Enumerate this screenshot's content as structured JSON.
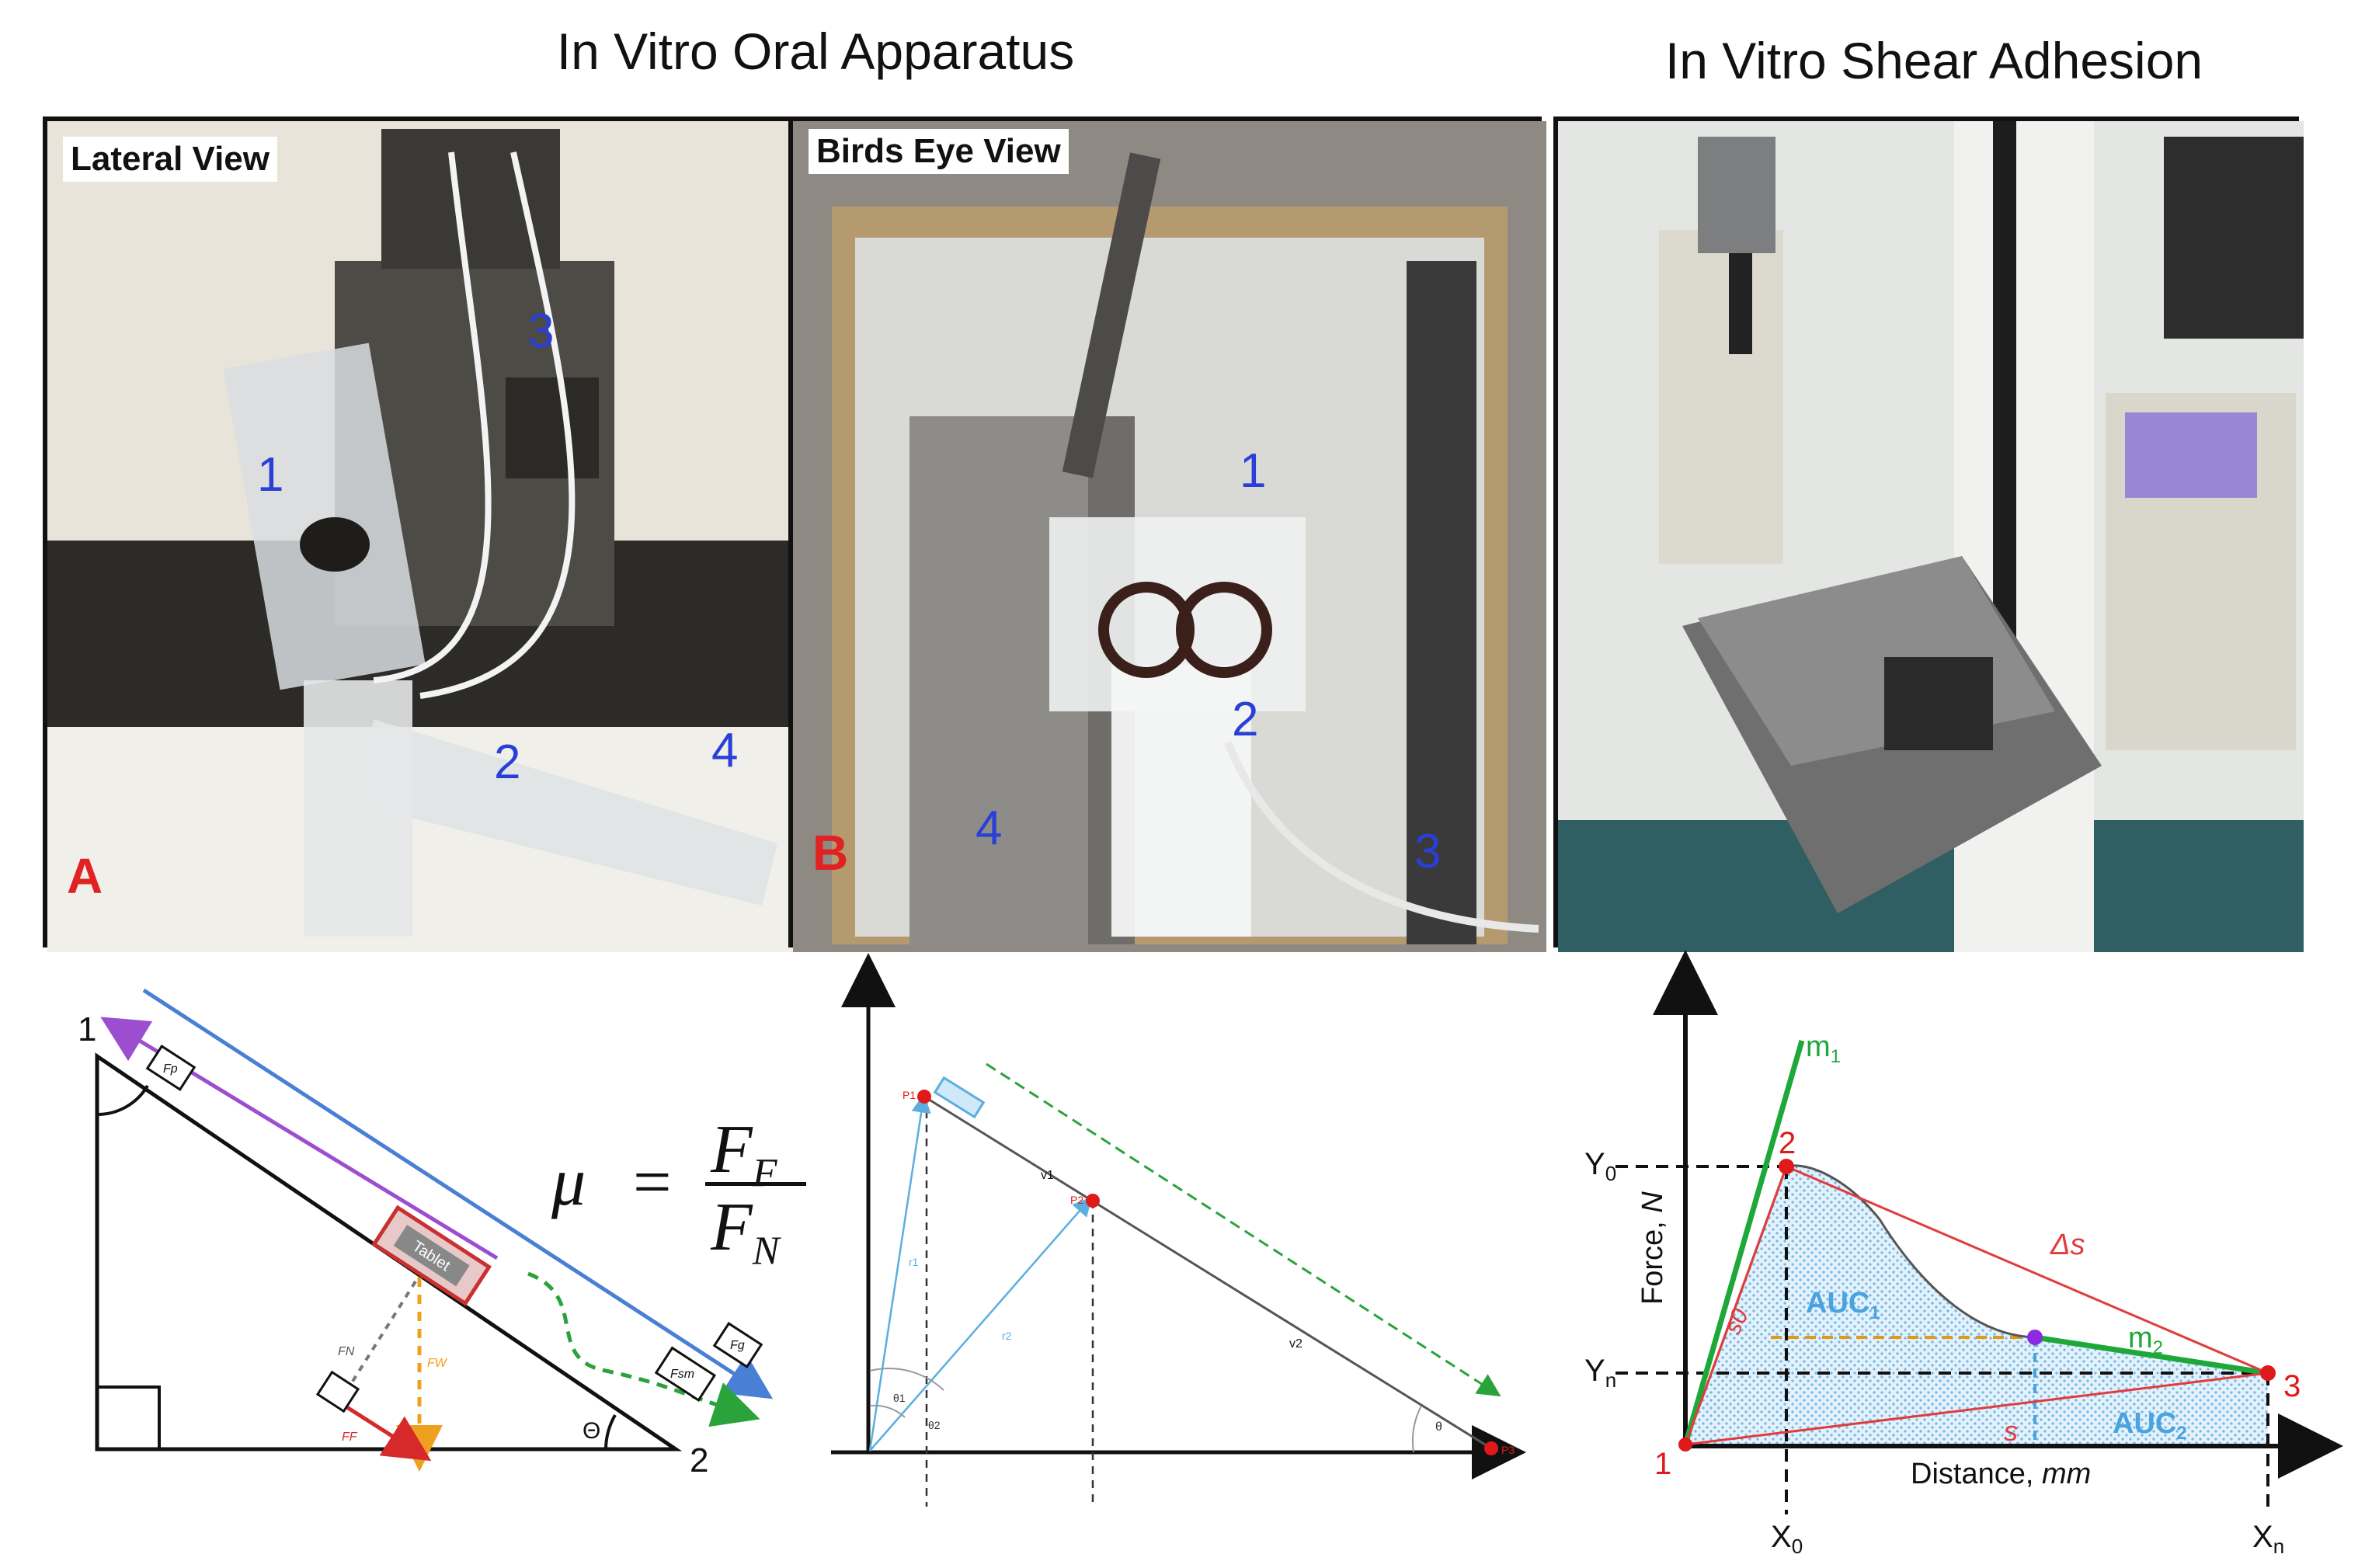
{
  "titles": {
    "left": "In Vitro Oral Apparatus",
    "right": "In Vitro Shear Adhesion"
  },
  "panel_a": {
    "label": "Lateral View",
    "letter": "A",
    "numbers": [
      "1",
      "2",
      "3",
      "4"
    ]
  },
  "panel_b": {
    "label": "Birds Eye View",
    "letter": "B",
    "numbers": [
      "1",
      "2",
      "3",
      "4"
    ]
  },
  "incline": {
    "vertex_top": "1",
    "vertex_bottom": "2",
    "angle": "Θ",
    "tablet": "Tablet",
    "forces": [
      "FF",
      "FN",
      "FW",
      "Fg",
      "Fp",
      "Fsm"
    ],
    "equation": {
      "lhs": "μ",
      "eq": "=",
      "num": "F",
      "num_sub": "F",
      "den": "F",
      "den_sub": "N"
    }
  },
  "trajectory": {
    "points": [
      "P1",
      "P2",
      "P3"
    ],
    "vectors": [
      "r1",
      "r2",
      "v1",
      "v2"
    ],
    "angles": [
      "θ1",
      "θ2",
      "θ"
    ]
  },
  "force_distance": {
    "ylabel_main": "Force, ",
    "ylabel_unit": "N",
    "xlabel_main": "Distance, ",
    "xlabel_unit": "mm",
    "y_ticks": [
      "Y",
      "Y"
    ],
    "y_subs": [
      "0",
      "n"
    ],
    "x_ticks": [
      "X",
      "X"
    ],
    "x_subs": [
      "0",
      "n"
    ],
    "points": [
      "1",
      "2",
      "3"
    ],
    "slopes": [
      "m",
      "m"
    ],
    "slope_subs": [
      "1",
      "2"
    ],
    "auc": [
      "AUC",
      "AUC"
    ],
    "auc_subs": [
      "1",
      "2"
    ],
    "segments": [
      "Δs",
      "s0",
      "s"
    ],
    "colors": {
      "curve": "#555555",
      "slope": "#1fa83a",
      "segment": "#e23b3b",
      "area": "#4aa3df",
      "dashed_horizontal": "#e09a1a",
      "point": "#e01a1a",
      "point_mid": "#8a2be2"
    }
  }
}
